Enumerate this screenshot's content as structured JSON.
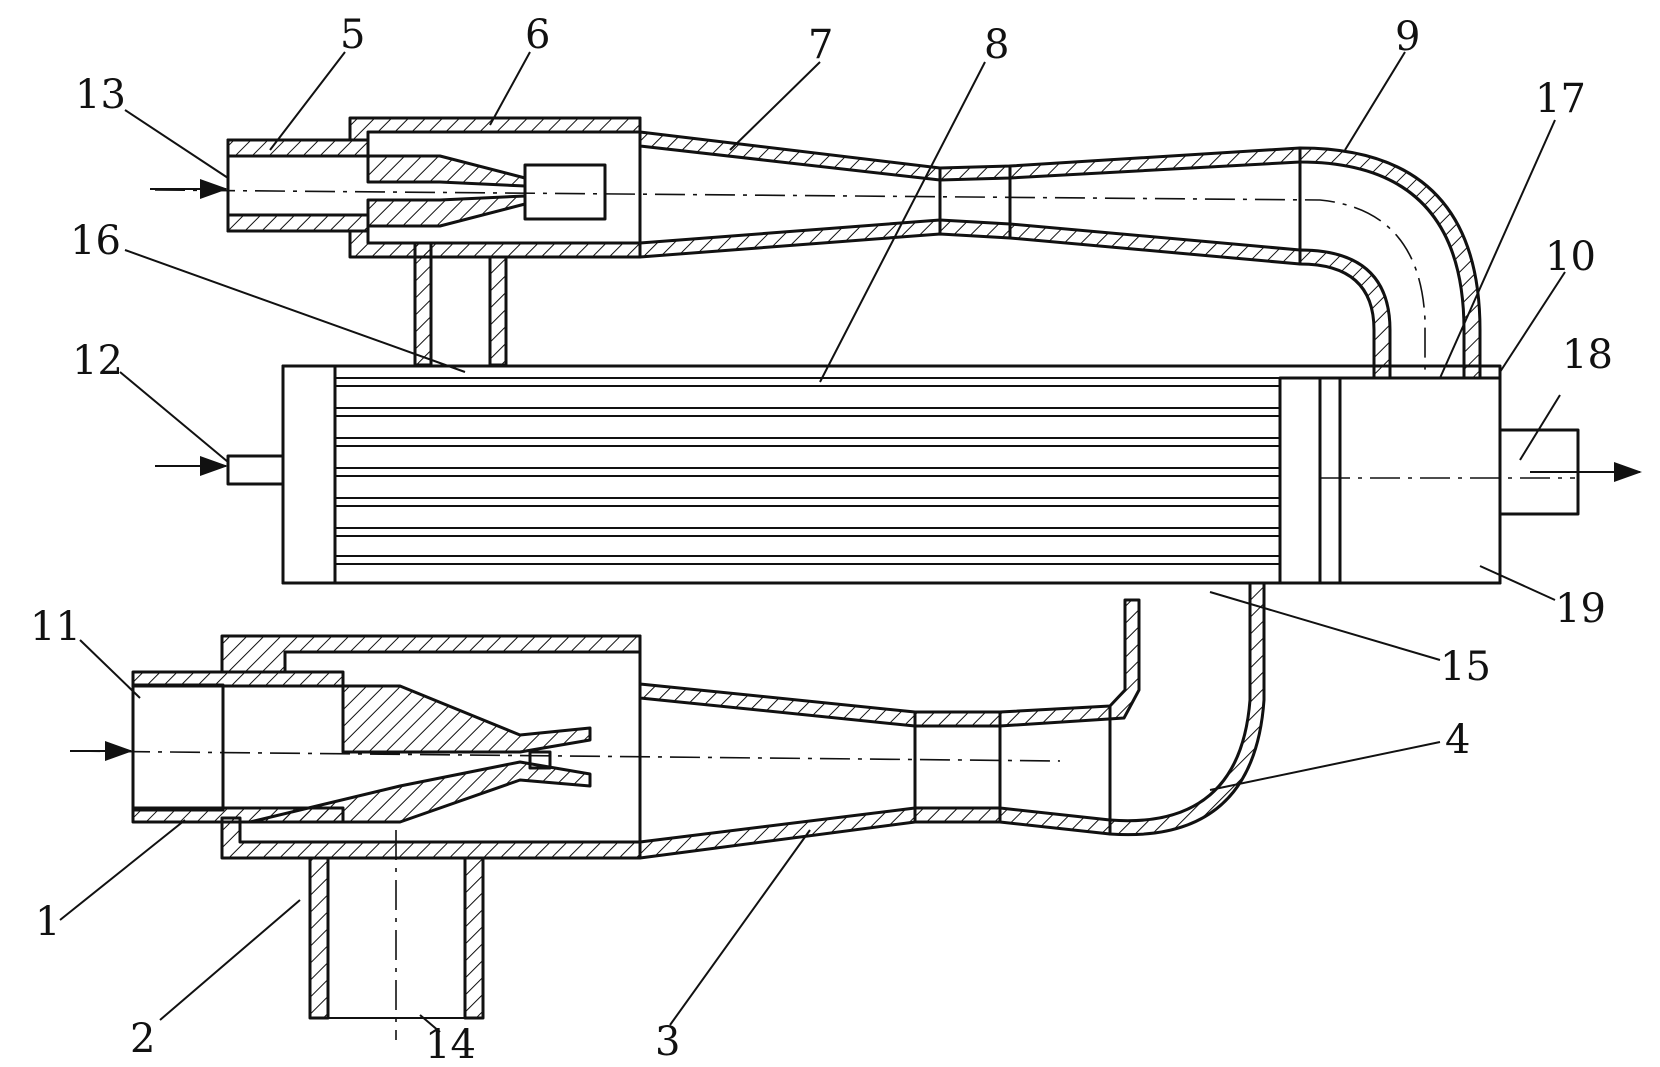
{
  "labels": {
    "l1": "1",
    "l2": "2",
    "l3": "3",
    "l4": "4",
    "l5": "5",
    "l6": "6",
    "l7": "7",
    "l8": "8",
    "l9": "9",
    "l10": "10",
    "l11": "11",
    "l12": "12",
    "l13": "13",
    "l14": "14",
    "l15": "15",
    "l16": "16",
    "l17": "17",
    "l18": "18",
    "l19": "19"
  },
  "colors": {
    "ink": "#111111",
    "background": "#ffffff"
  }
}
